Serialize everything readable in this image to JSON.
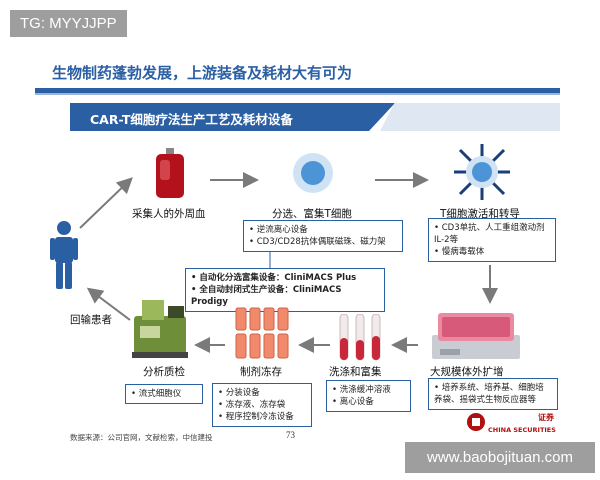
{
  "watermark_top": "TG: MYYJJPP",
  "watermark_bottom": "www.baobojituan.com",
  "title": "生物制药蓬勃发展，上游装备及耗材大有可为",
  "subtitle": "CAR-T细胞疗法生产工艺及耗材设备",
  "steps": {
    "collect": "采集人的外周血",
    "separate": "分选、富集T细胞",
    "activate": "T细胞激活和转导",
    "expand": "大规模体外扩增",
    "wash": "洗涤和富集",
    "freeze": "制剂冻存",
    "qc": "分析质检",
    "reinfuse": "回输患者"
  },
  "boxes": {
    "separate": [
      "逆流离心设备",
      "CD3/CD28抗体偶联磁珠、磁力架"
    ],
    "activate": [
      "CD3单抗、人工重组激动剂 IL-2等",
      "慢病毒载体"
    ],
    "expand": [
      "培养系统、培养基、细胞培养袋、摇袋式生物反应器等"
    ],
    "wash": [
      "洗涤缓冲溶液",
      "离心设备"
    ],
    "freeze": [
      "分装设备",
      "冻存液、冻存袋",
      "程序控制冷冻设备"
    ],
    "qc": [
      "流式细胞仪"
    ]
  },
  "callout": [
    "自动化分选富集设备：CliniMACS Plus",
    "全自动封闭式生产设备：CliniMACS Prodigy"
  ],
  "source": "数据来源：公司官网，文献检索，中信建投",
  "page_number": "73",
  "logo_text": "CHINA SECURITIES",
  "logo_cn": "证券",
  "colors": {
    "accent": "#2b5fa3",
    "blood": "#b3121c",
    "cell": "#4d94d6"
  }
}
